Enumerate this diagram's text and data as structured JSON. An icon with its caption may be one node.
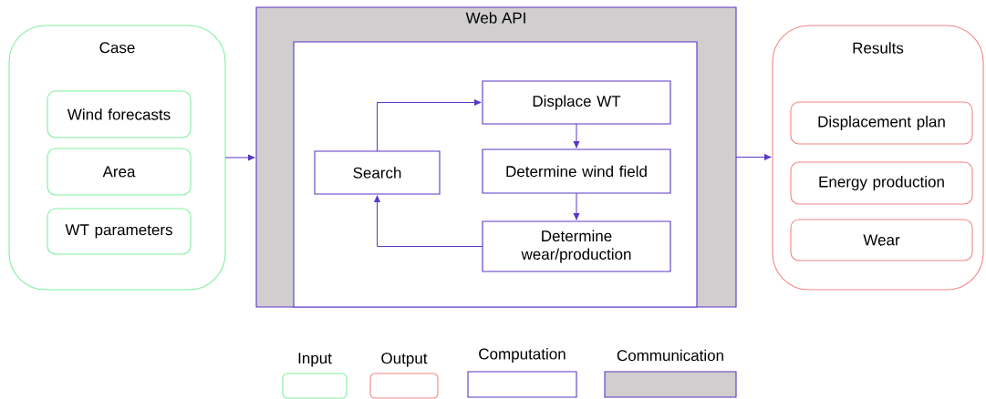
{
  "diagram": {
    "nodes": [
      {
        "text": [
          "Case"
        ]
      },
      {
        "text": [
          "Wind forecasts"
        ],
        "in": 0
      },
      {
        "text": [
          "Area"
        ],
        "in": 0
      },
      {
        "text": [
          "WT parameters"
        ],
        "in": 0
      },
      {
        "text": [
          "Web API"
        ]
      },
      {
        "text": [],
        "shape": "box",
        "in": 4
      },
      {
        "text": [
          "Search"
        ],
        "in": 5
      },
      {
        "text": [
          "Displace WT"
        ],
        "in": 5
      },
      {
        "text": [
          "Determine wind field"
        ],
        "in": 5
      },
      {
        "text": [
          "Determine wear/production"
        ],
        "in": 5
      },
      {
        "text": [
          "Results"
        ]
      },
      {
        "text": [
          "Displacement plan"
        ],
        "in": 10
      },
      {
        "text": [
          "Energy production"
        ],
        "in": 10
      },
      {
        "text": [
          "Wear"
        ],
        "in": 10
      }
    ],
    "edges": [
      {
        "from": 0,
        "to": 4,
        "arrow": "to"
      },
      {
        "from": 6,
        "to": 7,
        "arrow": "to"
      },
      {
        "from": 7,
        "to": 8,
        "arrow": "to"
      },
      {
        "from": 8,
        "to": 9,
        "arrow": "to"
      },
      {
        "from": 9,
        "to": 6,
        "arrow": "to"
      },
      {
        "from": 4,
        "to": 10,
        "arrow": "to"
      }
    ],
    "legend": [
      {
        "text": "Input"
      },
      {
        "text": "Output"
      },
      {
        "text": "Computation"
      },
      {
        "text": "Communication",
        "color": "#d0cece"
      }
    ]
  }
}
